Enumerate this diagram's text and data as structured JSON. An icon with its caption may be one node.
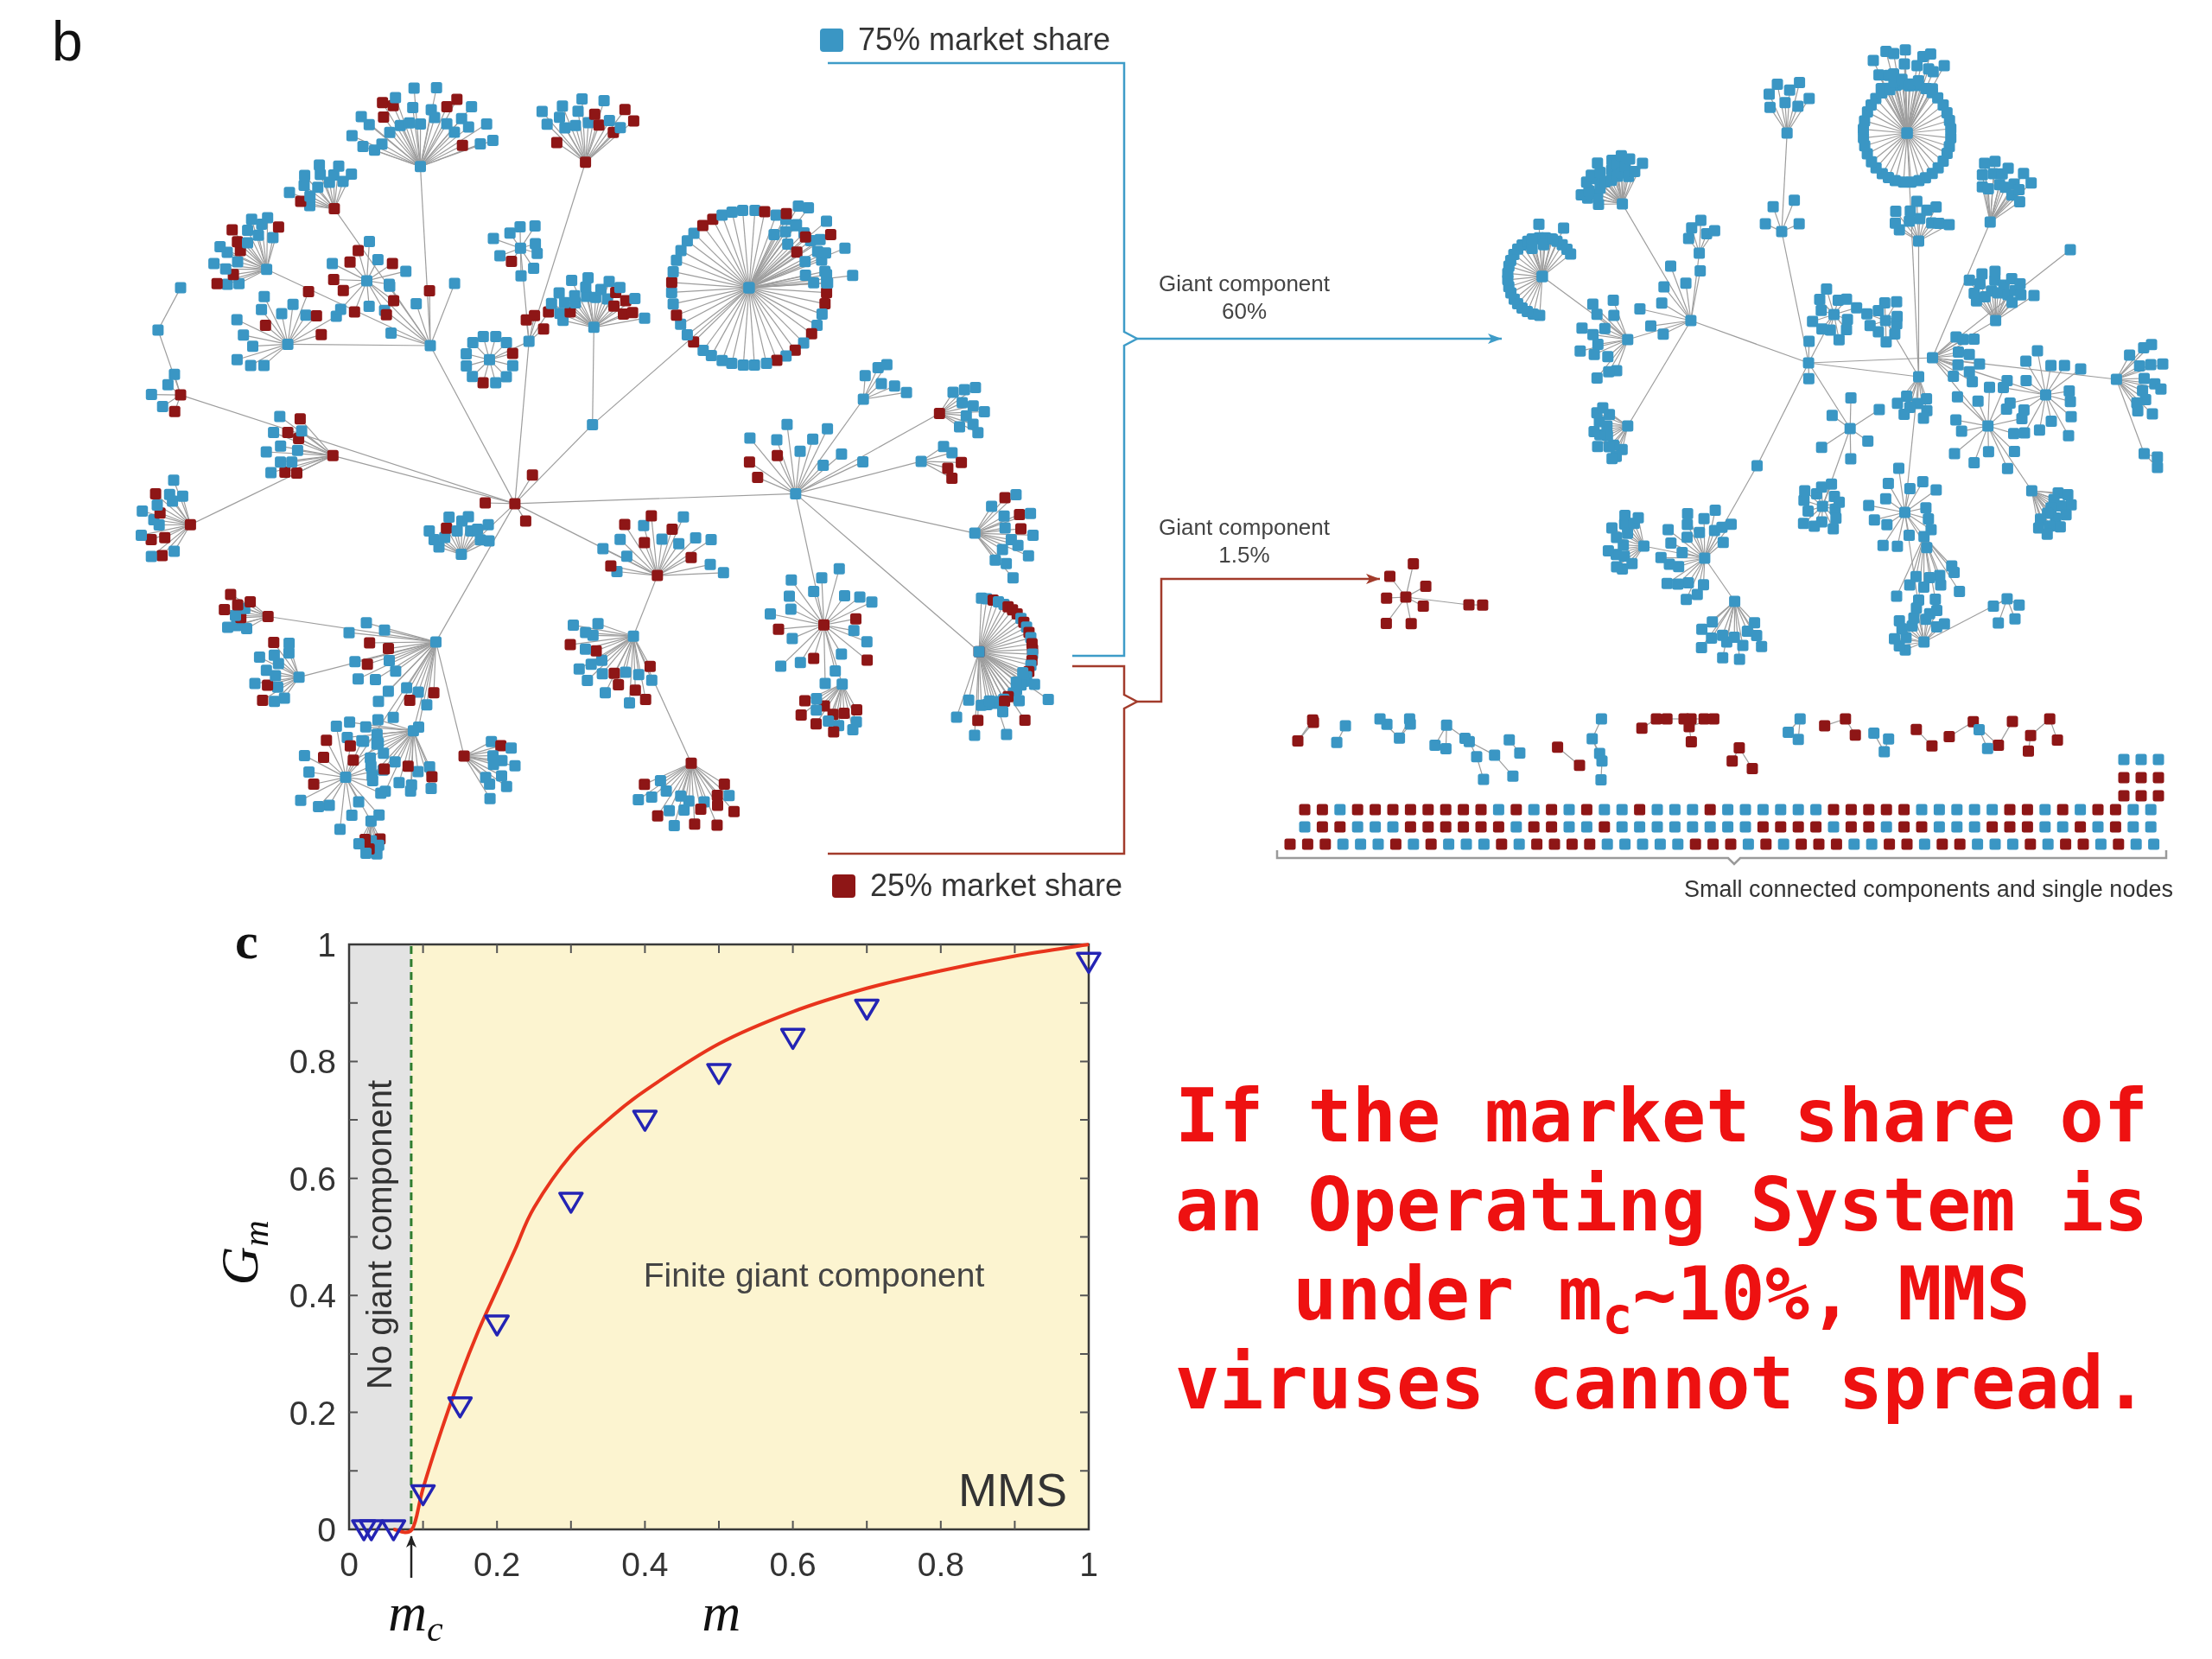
{
  "diagram": {
    "nodes": [
      {
        "text": [],
        "shape": "picture"
      },
      {
        "text": [],
        "shape": "picture"
      },
      {
        "text": [],
        "shape": "picture"
      },
      {
        "text": [],
        "shape": "picture",
        "beside": [
          "Small connected components and single nodes"
        ]
      }
    ],
    "edges": [
      {
        "from": 0,
        "to": 1,
        "arrow": "to",
        "label": "Giant component 60%",
        "color": "#3e9cc8"
      },
      {
        "from": 0,
        "to": 2,
        "arrow": "to",
        "label": "Giant component 1.5%",
        "color": "#a23b2b"
      }
    ],
    "labels": [
      "b",
      "c",
      "If the market share of an Operating System is under m$_{c}$~10%, MMS viruses cannot spread."
    ],
    "legend": [
      {
        "text": "75% market share",
        "color": "#3a96c4"
      },
      {
        "text": "25% market share",
        "color": "#8e1616"
      }
    ],
    "chart_data": {
      "type": "line",
      "xlabel": "m",
      "ylabel": "G$_{m}$",
      "xlim": [
        0,
        1
      ],
      "ylim": [
        0,
        1
      ],
      "xticks": [
        0,
        0.2,
        0.4,
        0.6,
        0.8,
        1
      ],
      "yticks": [
        0,
        0.2,
        0.4,
        0.6,
        0.8,
        1
      ],
      "x": [
        0.02,
        0.03,
        0.06,
        0.085,
        0.1,
        0.125,
        0.15,
        0.175,
        0.2,
        0.225,
        0.25,
        0.3,
        0.35,
        0.4,
        0.5,
        0.6,
        0.7,
        0.8,
        0.9,
        1
      ],
      "series": [
        {
          "color": "#e8341c",
          "values": [
            null,
            null,
            0,
            0,
            0.07,
            0.17,
            0.26,
            0.34,
            0.41,
            0.48,
            0.55,
            0.64,
            0.7,
            0.75,
            0.83,
            0.885,
            0.925,
            0.955,
            0.98,
            1
          ]
        },
        {
          "type": "scatter",
          "color": "#2424b4",
          "values": [
            0,
            0,
            0,
            null,
            0.06,
            null,
            0.21,
            null,
            0.35,
            null,
            null,
            0.56,
            null,
            0.7,
            0.78,
            0.84,
            0.89,
            null,
            null,
            0.97
          ]
        }
      ],
      "bands": [
        {
          "axis": "x",
          "from": 0,
          "to": 0.084,
          "color": "#e3e3e3"
        }
      ],
      "ref_lines": [
        {
          "axis": "x",
          "value": 0.084,
          "color": "#2f7d2f"
        }
      ],
      "annotations": [
        "No giant component",
        "Finite giant component",
        "MMS",
        "m$_{c}$"
      ]
    }
  }
}
